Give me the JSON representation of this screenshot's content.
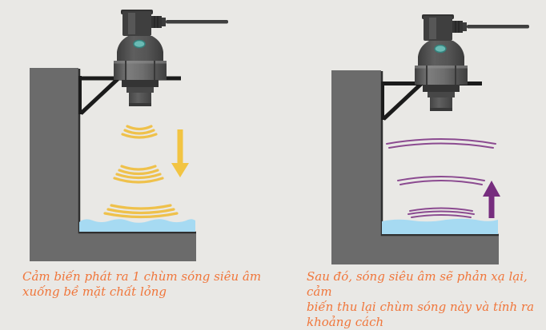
{
  "figure": {
    "subject": "ultrasonic-level-sensor-principle",
    "background_color": "#E9E8E5"
  },
  "panels": [
    {
      "name": "emit",
      "caption_lines": [
        "Cảm biến phát ra 1 chùm sóng siêu âm",
        "xuống bề mặt chất lỏng"
      ],
      "caption_color": "#F0763B",
      "wave_color": "#EFC14B",
      "arrow_color": "#F2C442",
      "arrow_direction": "down"
    },
    {
      "name": "reflect",
      "caption_lines": [
        "Sau đó, sóng siêu âm sẽ phản xạ lại, cảm",
        "biến thu lại chùm sóng này và tính ra",
        "khoảng cách"
      ],
      "caption_color": "#F0763B",
      "wave_color": "#8B4A90",
      "arrow_color": "#762D7E",
      "arrow_direction": "up"
    }
  ],
  "diagram_colors": {
    "tank_wall": "#6B6B6B",
    "tank_edge_line": "#2F2F2F",
    "liquid": "#A6DAF2",
    "bracket": "#1B1B1B",
    "sensor_body": "#4A4A4A",
    "sensor_led": "#6ABAB4"
  }
}
